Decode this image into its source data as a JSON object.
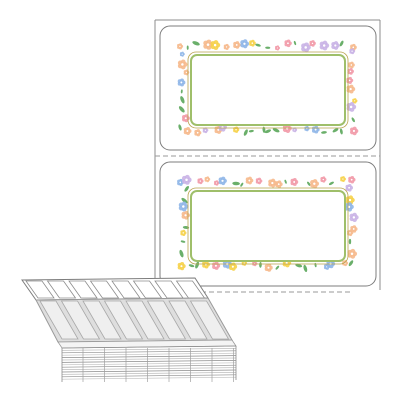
{
  "colors": {
    "background": "#ffffff",
    "liner_outline": "#8c8c8c",
    "perforation": "#9a9a9a",
    "label_outline": "#7d7d7d",
    "frame_green": "#9fbf6a",
    "frame_olive": "#b9a24e",
    "leaf_green": "#5aa65a",
    "flower_pink": "#f29aa8",
    "flower_yellow": "#f6d24a",
    "flower_peach": "#f6b98c",
    "flower_lilac": "#c9b3e6",
    "flower_blue": "#8fb6e8",
    "fold_stack_face": "#f4f4f4",
    "fold_stack_edge": "#bdbdbd",
    "fold_stack_mid": "#dedede"
  },
  "icons": {
    "label_frame": "floral-frame-icon",
    "fanfold_stack": "fanfold-stack-icon",
    "perforation": "perforation-line-icon"
  },
  "labels": [
    {
      "id": "label-1",
      "style": "floral-border"
    },
    {
      "id": "label-2",
      "style": "floral-border"
    }
  ]
}
